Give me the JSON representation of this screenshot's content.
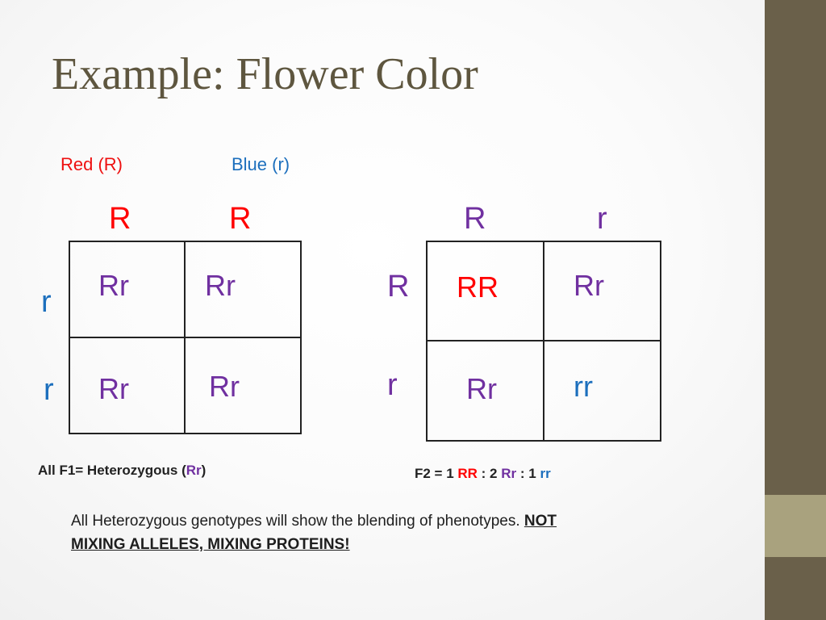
{
  "slide": {
    "title": "Example: Flower Color",
    "legend": {
      "red": "Red (R)",
      "blue": "Blue (r)"
    }
  },
  "square1": {
    "top_headers": [
      "R",
      "R"
    ],
    "side_headers": [
      "r",
      "r"
    ],
    "cells": [
      "Rr",
      "Rr",
      "Rr",
      "Rr"
    ],
    "summary": {
      "prefix": "All F1= Heterozygous (",
      "highlight": "Rr",
      "suffix": ")"
    }
  },
  "square2": {
    "top_headers": [
      "R",
      "r"
    ],
    "side_headers": [
      "R",
      "r"
    ],
    "cells": [
      "RR",
      "Rr",
      "Rr",
      "rr"
    ],
    "summary": {
      "p1": "F2 = 1 ",
      "rr_dom": "RR",
      "p2": " : 2 ",
      "rr_het": "Rr",
      "p3": " : 1 ",
      "rr_rec": "rr"
    }
  },
  "note": {
    "line1": "All Heterozygous genotypes will show the blending of phenotypes. ",
    "emphasis": "NOT MIXING ALLELES, MIXING PROTEINS!"
  },
  "colors": {
    "title": "#5e563f",
    "dominant_red": "#ff0000",
    "recessive_blue": "#1c6fbd",
    "heterozygous_purple": "#7030a0",
    "sidebar": "#6a604a",
    "sidebar_accent": "#a9a27e"
  }
}
